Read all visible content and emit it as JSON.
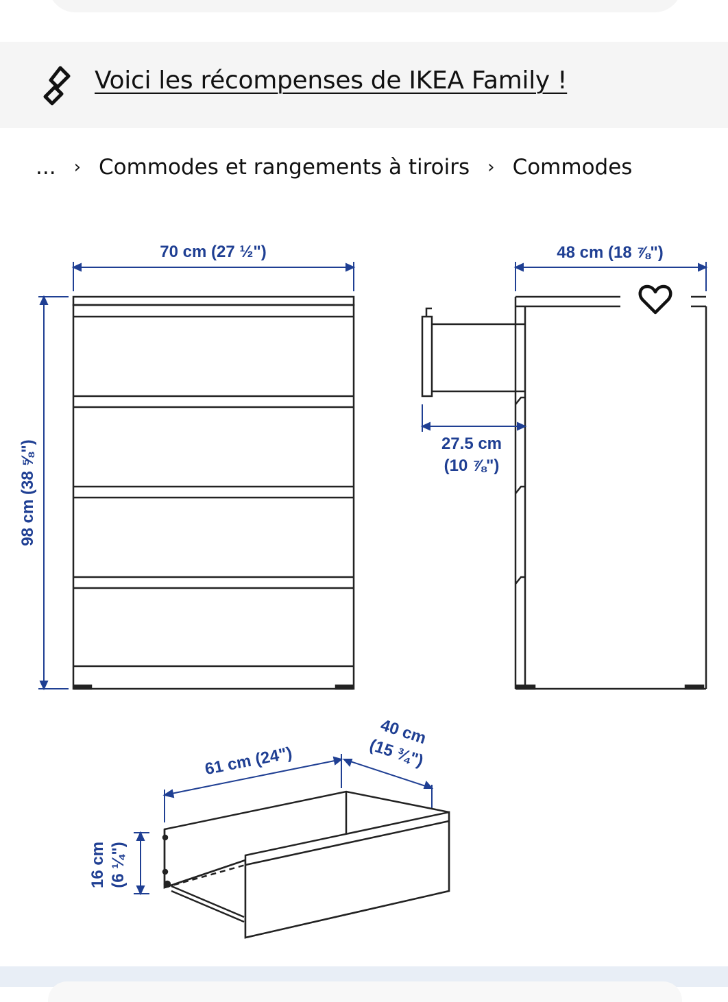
{
  "promo": {
    "link_text": "Voici les récompenses de IKEA Family !",
    "icon": "ikea-family-icon"
  },
  "breadcrumb": {
    "ellipsis": "...",
    "separator": "›",
    "items": [
      "Commodes et rangements à tiroirs",
      "Commodes"
    ]
  },
  "dimensions": {
    "front_width": "70 cm (27 ½\")",
    "height": "98 cm (38 ⅝\")",
    "depth": "48 cm (18 ⅞\")",
    "drawer_extension_line1": "27.5 cm",
    "drawer_extension_line2": "(10 ⅞\")",
    "drawer_inner_width": "61 cm (24\")",
    "drawer_inner_depth_line1": "40 cm",
    "drawer_inner_depth_line2": "(15 ¾\")",
    "drawer_height_line1": "16 cm",
    "drawer_height_line2": "(6 ¼\")"
  },
  "favorite": {
    "icon": "heart-icon"
  },
  "colors": {
    "dimension_blue": "#1f3f93",
    "line": "#222222",
    "bar_bg": "#f5f5f5"
  }
}
